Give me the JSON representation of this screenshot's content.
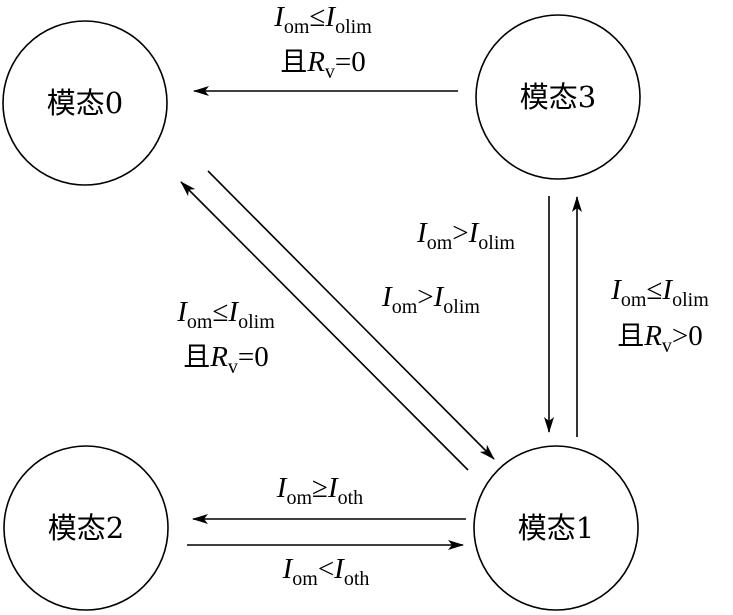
{
  "nodes": {
    "mode0": "模态0",
    "mode1": "模态1",
    "mode2": "模态2",
    "mode3": "模态3"
  },
  "labels": {
    "m3_to_m0": {
      "line1": {
        "i1": "I",
        "s1": "om",
        "rel": "≤",
        "i2": "I",
        "s2": "olim"
      },
      "line2": {
        "and": "且",
        "var": "R",
        "sub": "v",
        "cond": "=0"
      }
    },
    "m3_to_m1": {
      "i1": "I",
      "s1": "om",
      "rel": ">",
      "i2": "I",
      "s2": "olim"
    },
    "m1_to_m3": {
      "line1": {
        "i1": "I",
        "s1": "om",
        "rel": "≤",
        "i2": "I",
        "s2": "olim"
      },
      "line2": {
        "and": "且",
        "var": "R",
        "sub": "v",
        "cond": ">0"
      }
    },
    "m1_to_m0": {
      "line1": {
        "i1": "I",
        "s1": "om",
        "rel": "≤",
        "i2": "I",
        "s2": "olim"
      },
      "line2": {
        "and": "且",
        "var": "R",
        "sub": "v",
        "cond": "=0"
      }
    },
    "m0_to_m1": {
      "i1": "I",
      "s1": "om",
      "rel": ">",
      "i2": "I",
      "s2": "olim"
    },
    "m1_to_m2": {
      "i1": "I",
      "s1": "om",
      "rel": "≥",
      "i2": "I",
      "s2": "oth"
    },
    "m2_to_m1": {
      "i1": "I",
      "s1": "om",
      "rel": "<",
      "i2": "I",
      "s2": "oth"
    }
  }
}
